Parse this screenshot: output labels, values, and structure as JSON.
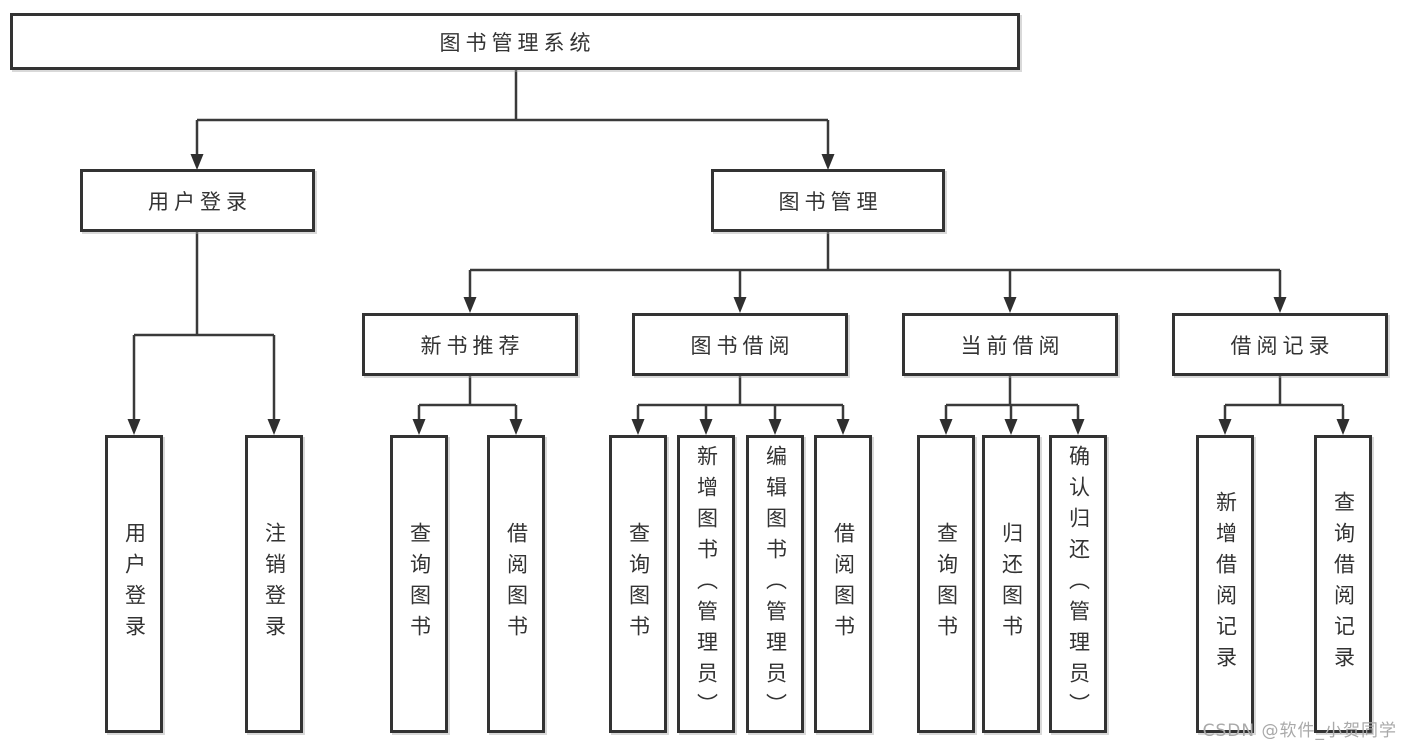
{
  "colors": {
    "line": "#3a3a3a",
    "box_border": "#333333",
    "text": "#333333",
    "watermark": "#a9a9a9"
  },
  "nodes": {
    "root": "图书管理系统",
    "level2": {
      "login": "用户登录",
      "book_mgmt": "图书管理"
    },
    "level3": {
      "new_book": "新书推荐",
      "book_borrow": "图书借阅",
      "current_borrow": "当前借阅",
      "borrow_record": "借阅记录"
    },
    "leaves": {
      "login_user": "用户登录",
      "login_logout": "注销登录",
      "newbook_query": "查询图书",
      "newbook_borrow": "借阅图书",
      "borrow_query": "查询图书",
      "borrow_add": "新增图书（管理员）",
      "borrow_edit": "编辑图书（管理员）",
      "borrow_borrow": "借阅图书",
      "current_query": "查询图书",
      "current_return": "归还图书",
      "current_confirm": "确认归还（管理员）",
      "record_add": "新增借阅记录",
      "record_query": "查询借阅记录"
    }
  },
  "watermark": "CSDN @软件_小贺同学"
}
